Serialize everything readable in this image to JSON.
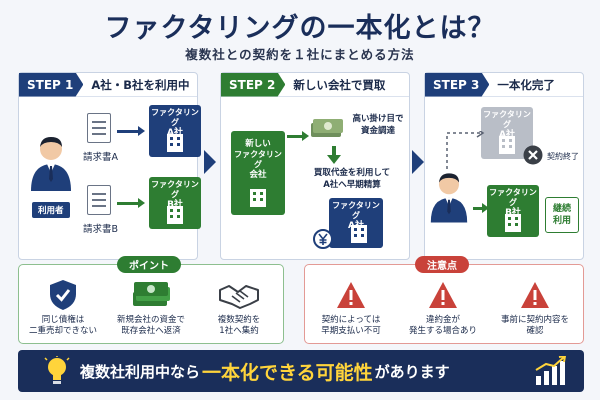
{
  "title": "ファクタリングの一本化とは？",
  "subtitle": "複数社との契約を１社にまとめる方法",
  "steps": [
    {
      "badge": "STEP 1",
      "label": "A社・B社を利用中"
    },
    {
      "badge": "STEP 2",
      "label": "新しい会社で買取"
    },
    {
      "badge": "STEP 3",
      "label": "一本化完了"
    }
  ],
  "step1": {
    "user_label": "利用者",
    "invoice_a": "請求書A",
    "invoice_b": "請求書B",
    "company_a": {
      "line1": "ファクタリング",
      "line2": "A社"
    },
    "company_b": {
      "line1": "ファクタリング",
      "line2": "B社"
    }
  },
  "step2": {
    "new_company": {
      "line1": "新しい",
      "line2": "ファクタリング",
      "line3": "会社"
    },
    "funding_note": [
      "高い掛け目で",
      "資金調達"
    ],
    "payoff_note": [
      "買取代金を利用して",
      "A社へ早期精算"
    ],
    "company_a": {
      "line1": "ファクタリング",
      "line2": "A社"
    }
  },
  "step3": {
    "company_a": {
      "line1": "ファクタリング",
      "line2": "A社"
    },
    "terminated": "契約終了",
    "company_b": {
      "line1": "ファクタリング",
      "line2": "B社"
    },
    "continued": [
      "継続",
      "利用"
    ]
  },
  "points": {
    "tag": "ポイント",
    "items": [
      {
        "icon": "shield-check-icon",
        "text": [
          "同じ債権は",
          "二重売却できない"
        ]
      },
      {
        "icon": "money-icon",
        "text": [
          "新規会社の資金で",
          "既存会社へ返済"
        ]
      },
      {
        "icon": "handshake-icon",
        "text": [
          "複数契約を",
          "1社へ集約"
        ]
      }
    ]
  },
  "cautions": {
    "tag": "注意点",
    "items": [
      {
        "icon": "warning-icon",
        "text": [
          "契約によっては",
          "早期支払い不可"
        ]
      },
      {
        "icon": "warning-icon",
        "text": [
          "違約金が",
          "発生する場合あり"
        ]
      },
      {
        "icon": "warning-icon",
        "text": [
          "事前に契約内容を",
          "確認"
        ]
      }
    ]
  },
  "banner": {
    "before": "複数社利用中なら",
    "highlight": "一本化できる可能性",
    "after": "があります"
  },
  "colors": {
    "navy": "#1a2e5a",
    "blue": "#1f3f7a",
    "green": "#2e7d32",
    "red": "#c9423a",
    "yellow": "#ffd43b"
  }
}
